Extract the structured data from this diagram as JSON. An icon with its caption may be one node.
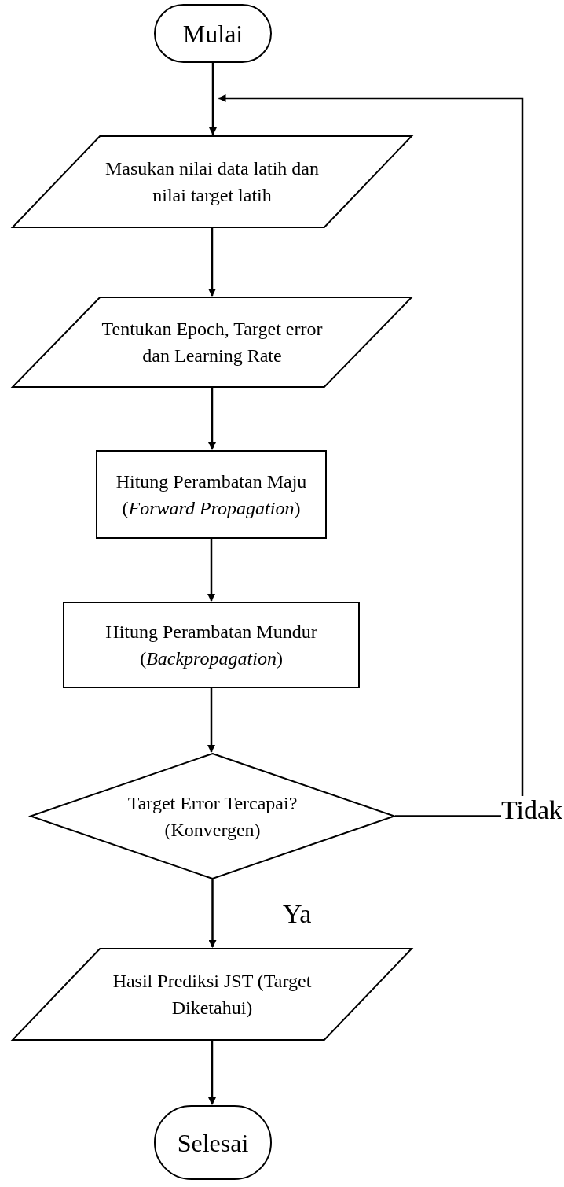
{
  "diagram": {
    "nodes": [
      {
        "text": [
          "Mulai"
        ]
      },
      {
        "text": [
          "Masukan nilai data latih dan nilai target latih"
        ]
      },
      {
        "text": [
          "Tentukan Epoch, Target error dan Learning Rate"
        ]
      },
      {
        "text": [
          "Hitung Perambatan Maju (*Forward Propagation*)"
        ]
      },
      {
        "text": [
          "Hitung Perambatan Mundur (*Backpropagation*)"
        ]
      },
      {
        "text": [
          "Target Error Tercapai? (Konvergen)"
        ]
      },
      {
        "text": [
          "Hasil Prediksi JST (Target Diketahui)"
        ]
      },
      {
        "text": [
          "Selesai"
        ]
      }
    ],
    "edges": [
      {
        "from": 0,
        "to": 1,
        "arrow": "to"
      },
      {
        "from": 1,
        "to": 2,
        "arrow": "to"
      },
      {
        "from": 2,
        "to": 3,
        "arrow": "to"
      },
      {
        "from": 3,
        "to": 4,
        "arrow": "to"
      },
      {
        "from": 4,
        "to": 5,
        "arrow": "to"
      },
      {
        "from": 5,
        "to": 1,
        "arrow": "to",
        "label": "Tidak"
      },
      {
        "from": 5,
        "to": 6,
        "arrow": "to",
        "label": "Ya"
      },
      {
        "from": 6,
        "to": 7,
        "arrow": "to"
      }
    ]
  }
}
